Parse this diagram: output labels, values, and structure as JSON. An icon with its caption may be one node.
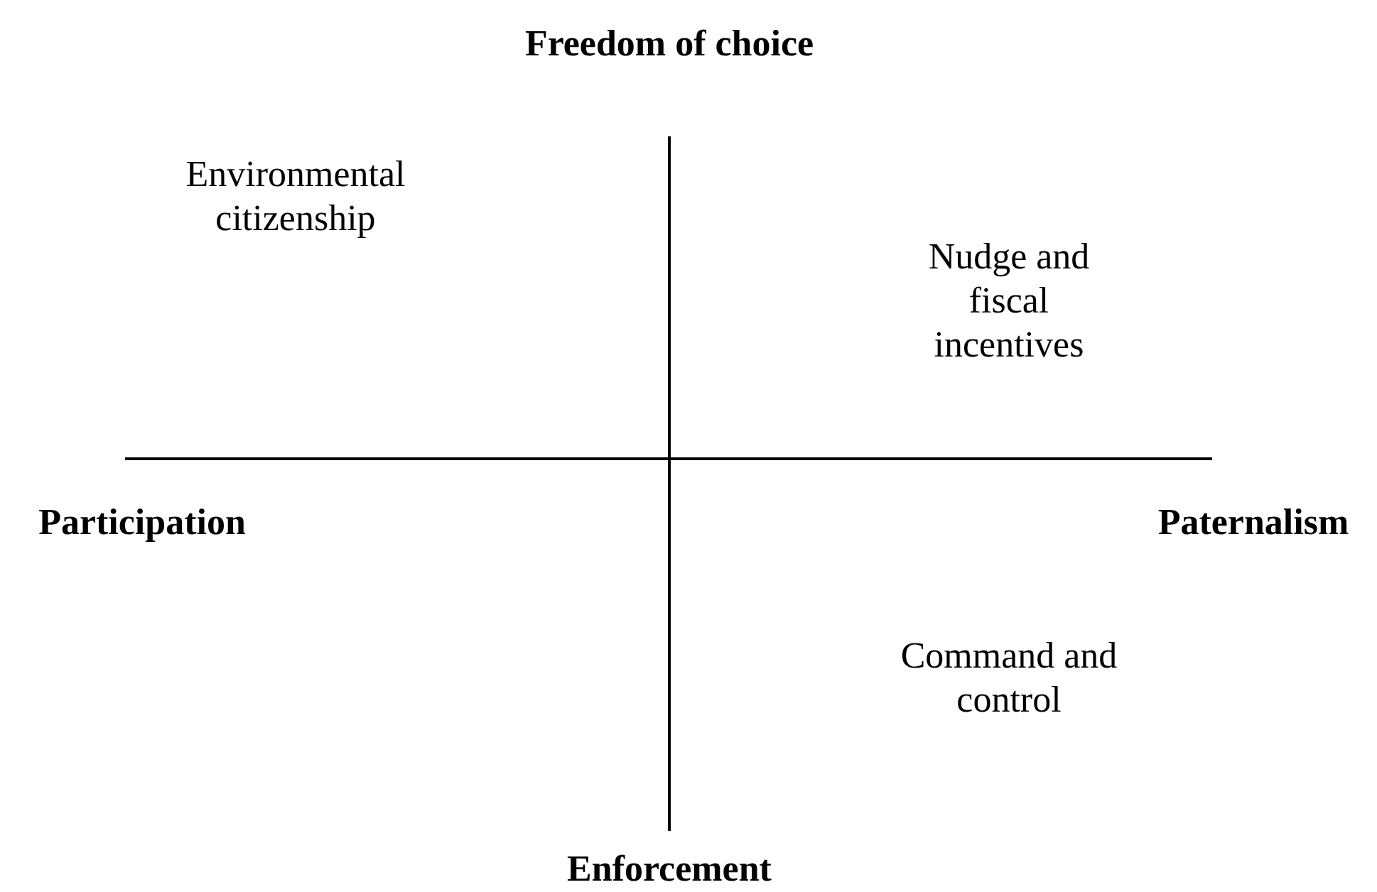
{
  "diagram": {
    "labels": [
      "Freedom of choice",
      "Environmental citizenship",
      "Nudge and fiscal incentives",
      "Participation",
      "Paternalism",
      "Command and control",
      "Enforcement"
    ]
  }
}
